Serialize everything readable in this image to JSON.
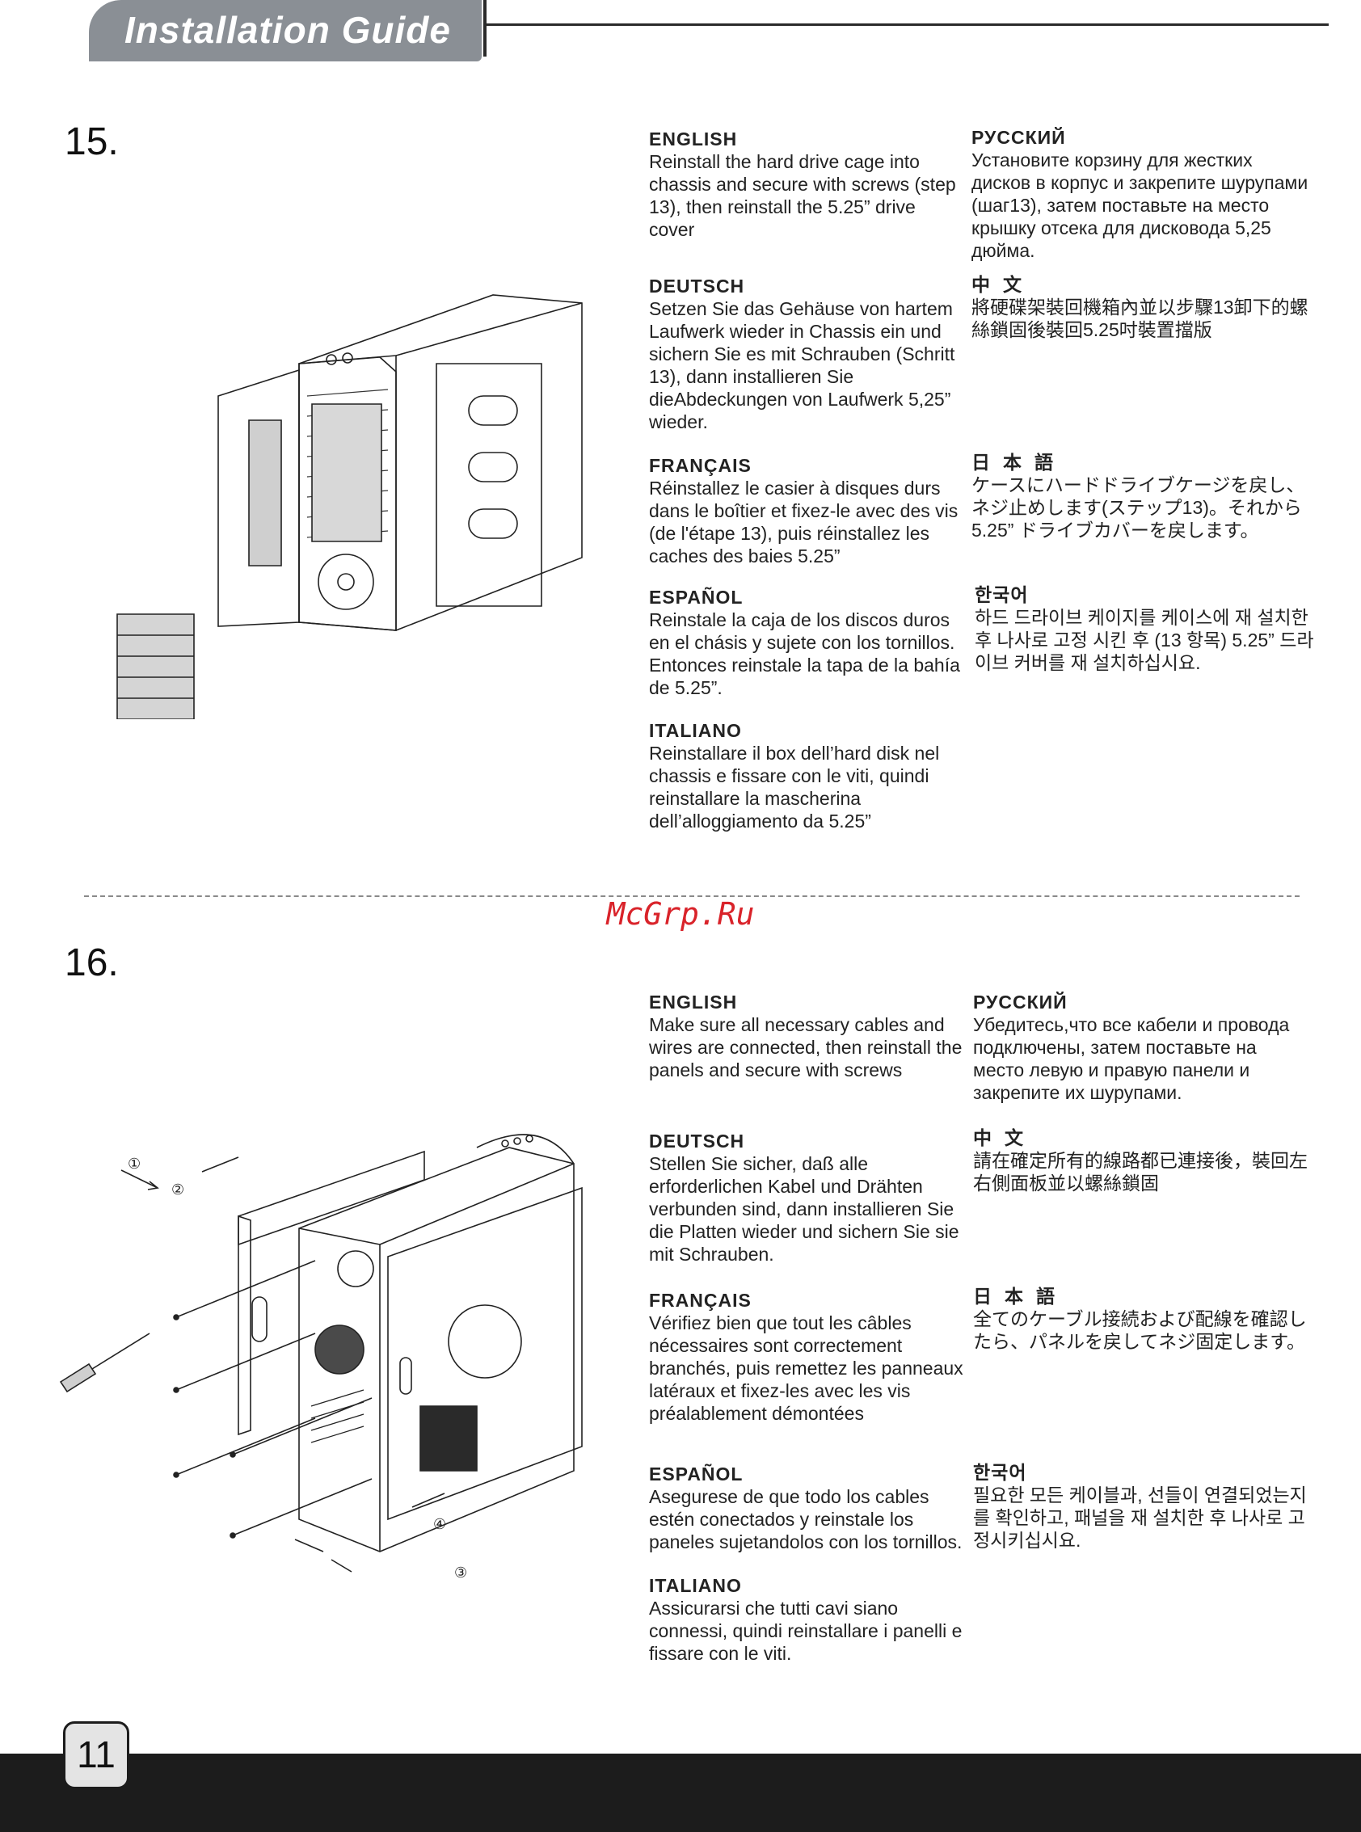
{
  "header": {
    "title": "Installation Guide"
  },
  "watermark": "McGrp.Ru",
  "page_number": "11",
  "steps": [
    {
      "number": "15.",
      "langs": {
        "english": {
          "title": "ENGLISH",
          "body": "Reinstall the hard drive cage into chassis and secure with screws (step 13), then reinstall the 5.25” drive cover"
        },
        "deutsch": {
          "title": "DEUTSCH",
          "body": "Setzen Sie das Gehäuse von hartem Laufwerk wieder in Chassis ein und sichern Sie es mit Schrauben (Schritt 13), dann installieren Sie dieAbdeckungen von Laufwerk 5,25” wieder."
        },
        "francais": {
          "title": "FRANÇAIS",
          "body": "Réinstallez le casier à disques durs dans le boîtier et fixez-le avec des vis (de l'étape 13), puis réinstallez les caches des baies 5.25”"
        },
        "espanol": {
          "title": "ESPAÑOL",
          "body": "Reinstale la caja de los discos duros en el chásis y sujete con los tornillos. Entonces reinstale la tapa de la bahía de 5.25”."
        },
        "italiano": {
          "title": "ITALIANO",
          "body": "Reinstallare il box dell’hard disk nel chassis e fissare con le viti, quindi reinstallare la mascherina dell’alloggiamento da 5.25”"
        },
        "russian": {
          "title": "РУССКИЙ",
          "body": "Установите корзину для жестких дисков в корпус и закрепите шурупами (шаг13), затем поставьте на место крышку отсека для дисковода 5,25 дюйма."
        },
        "chinese": {
          "title": "中文",
          "body": "將硬碟架裝回機箱內並以步驟13卸下的螺絲鎖固後裝回5.25吋裝置擋版"
        },
        "japanese": {
          "title": "日本語",
          "body": "ケースにハードドライブケージを戻し、ネジ止めします(ステップ13)。それから5.25” ドライブカバーを戻します。"
        },
        "korean": {
          "title": "한국어",
          "body": "하드 드라이브 케이지를 케이스에 재 설치한 후 나사로 고정 시킨 후 (13 항목) 5.25” 드라이브 커버를 재 설치하십시요."
        }
      }
    },
    {
      "number": "16.",
      "callouts": [
        "①",
        "②",
        "③",
        "④"
      ],
      "langs": {
        "english": {
          "title": "ENGLISH",
          "body": "Make sure all necessary cables and wires are connected, then reinstall the panels and secure with screws"
        },
        "deutsch": {
          "title": "DEUTSCH",
          "body": "Stellen Sie sicher, daß alle erforderlichen Kabel und Drähten verbunden sind, dann installieren Sie die Platten wieder und sichern Sie sie mit Schrauben."
        },
        "francais": {
          "title": "FRANÇAIS",
          "body": "Vérifiez bien que tout les câbles nécessaires sont correctement branchés, puis remettez les panneaux latéraux et fixez-les avec les vis préalablement démontées"
        },
        "espanol": {
          "title": "ESPAÑOL",
          "body": "Asegurese de que todo los cables estén conectados y reinstale los paneles sujetandolos con los tornillos."
        },
        "italiano": {
          "title": "ITALIANO",
          "body": "Assicurarsi che tutti cavi siano connessi, quindi reinstallare i panelli e fissare con le viti."
        },
        "russian": {
          "title": "РУССКИЙ",
          "body": "Убедитесь,что все кабели и провода подключены, затем поставьте на место левую и правую панели и закрепите их шурупами."
        },
        "chinese": {
          "title": "中文",
          "body": "請在確定所有的線路都已連接後，裝回左右側面板並以螺絲鎖固"
        },
        "japanese": {
          "title": "日本語",
          "body": "全てのケーブル接続および配線を確認したら、パネルを戻してネジ固定します。"
        },
        "korean": {
          "title": "한국어",
          "body": "필요한 모든 케이블과, 선들이 연결되었는지를 확인하고, 패널을 재 설치한 후 나사로 고정시키십시요."
        }
      }
    }
  ]
}
